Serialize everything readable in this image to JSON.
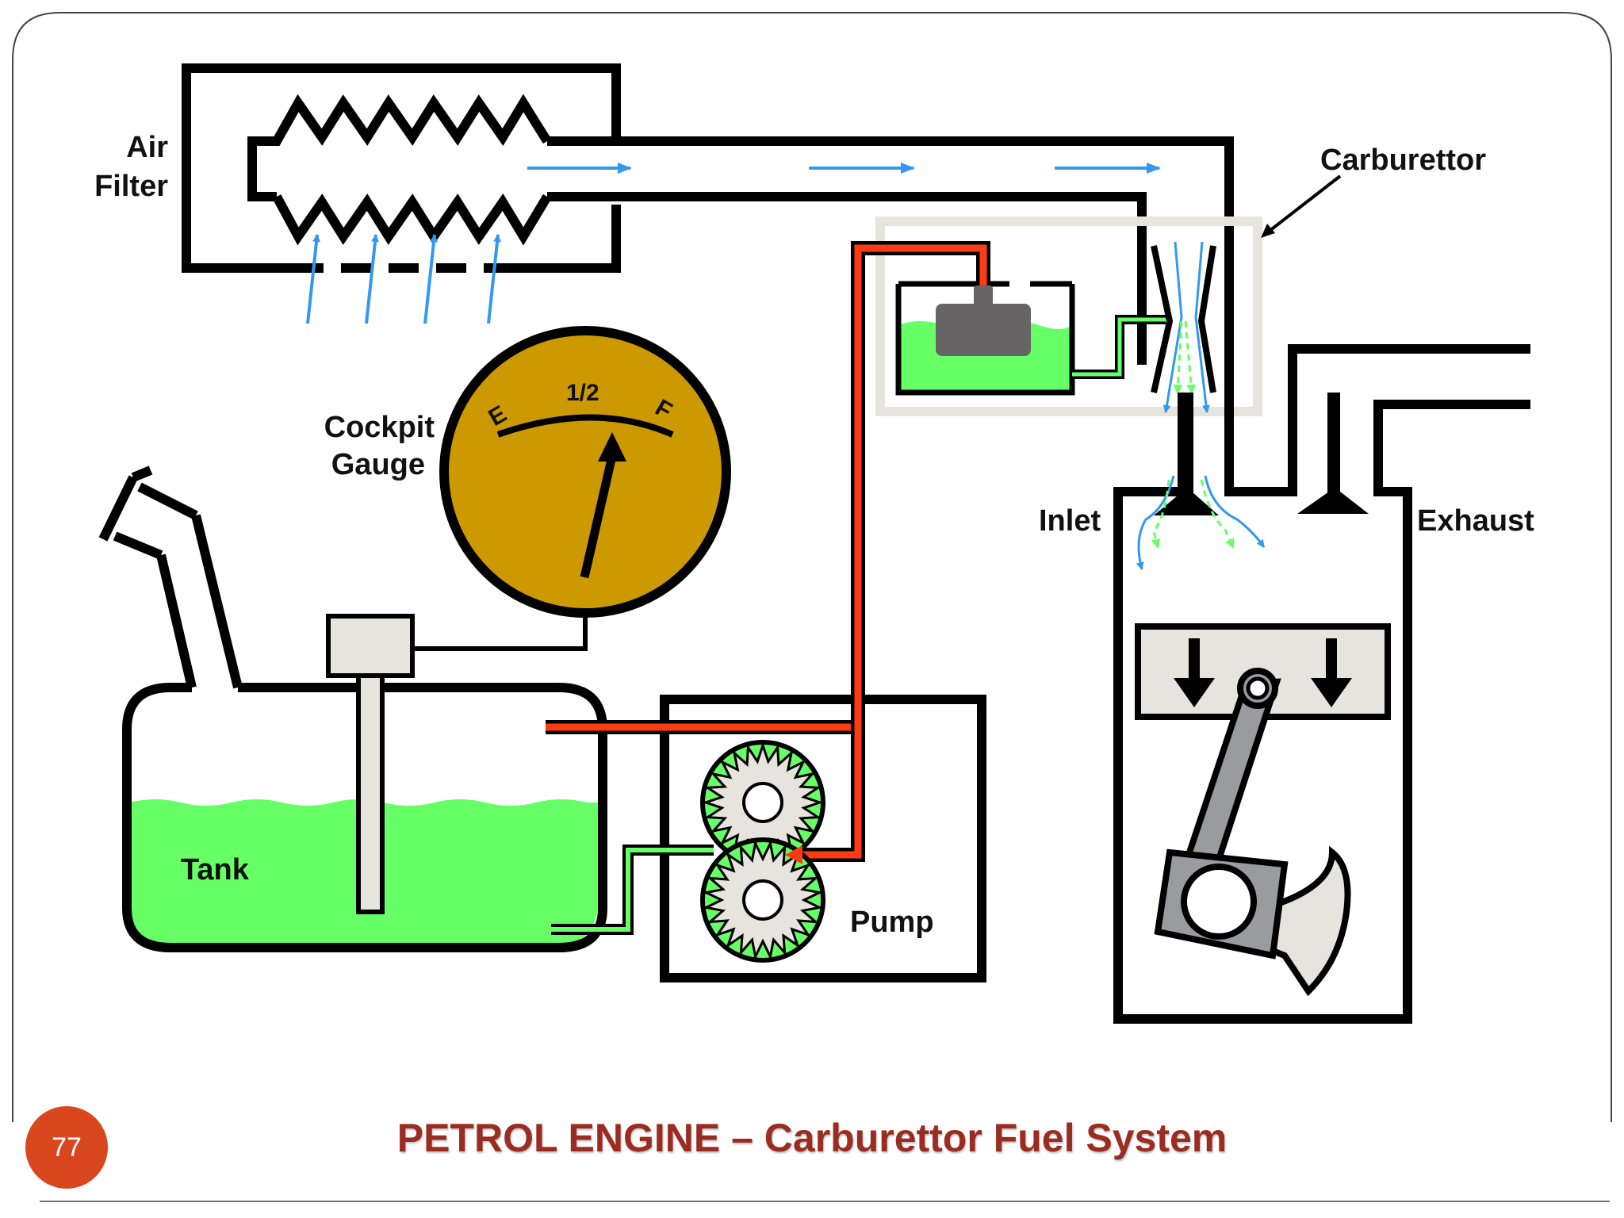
{
  "slide": {
    "title": "PETROL ENGINE – Carburettor Fuel System",
    "page_number": "77"
  },
  "labels": {
    "air_filter_line1": "Air",
    "air_filter_line2": "Filter",
    "carburettor": "Carburettor",
    "cockpit_gauge_line1": "Cockpit",
    "cockpit_gauge_line2": "Gauge",
    "gauge_empty": "E",
    "gauge_half": "1/2",
    "gauge_full": "F",
    "tank": "Tank",
    "pump": "Pump",
    "inlet": "Inlet",
    "exhaust": "Exhaust"
  },
  "gauge": {
    "fuel_level_fraction": 0.5
  },
  "colors": {
    "fuel_green": "#66ff66",
    "fuel_delivery_red": "#ff3b14",
    "air_blue": "#3399ee",
    "gauge_face": "#cc9900",
    "title_red": "#9b2c22",
    "badge_orange": "#d9471f",
    "carburettor_box": "#e6e4dc"
  }
}
